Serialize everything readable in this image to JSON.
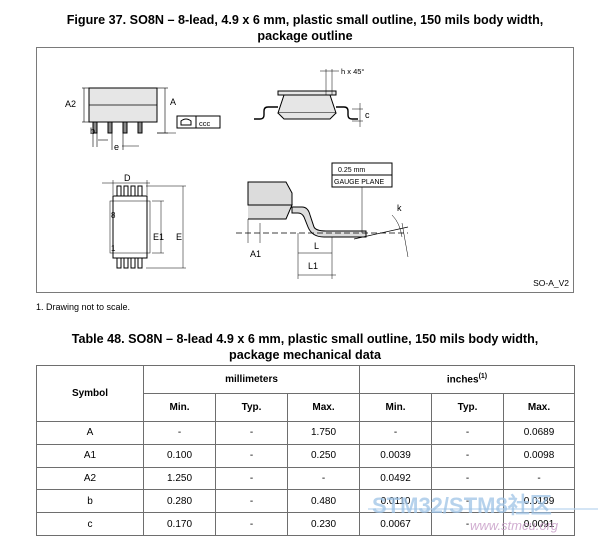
{
  "figure": {
    "title_line1": "Figure 37. SO8N – 8-lead, 4.9 x 6 mm, plastic small outline, 150 mils body width,",
    "title_line2": "package outline",
    "labels": {
      "a2": "A2",
      "a": "A",
      "b": "b",
      "e": "e",
      "ccc": "ccc",
      "h45": "h x 45°",
      "c": "c",
      "d": "D",
      "pin8": "8",
      "pin1": "1",
      "e1": "E1",
      "e_big": "E",
      "gauge": "0.25 mm",
      "gauge_plane": "GAUGE PLANE",
      "k": "k",
      "a1": "A1",
      "l": "L",
      "l1": "L1"
    },
    "figure_id": "SO-A_V2",
    "note": "1.   Drawing not to scale."
  },
  "table": {
    "title_line1": "Table 48. SO8N – 8-lead 4.9 x 6 mm, plastic small outline, 150 mils body width,",
    "title_line2": "package mechanical data",
    "header": {
      "symbol": "Symbol",
      "millimeters": "millimeters",
      "inches": "inches",
      "inches_note": "(1)",
      "min": "Min.",
      "typ": "Typ.",
      "max": "Max."
    },
    "rows": [
      {
        "symbol": "A",
        "mm_min": "-",
        "mm_typ": "-",
        "mm_max": "1.750",
        "in_min": "-",
        "in_typ": "-",
        "in_max": "0.0689"
      },
      {
        "symbol": "A1",
        "mm_min": "0.100",
        "mm_typ": "-",
        "mm_max": "0.250",
        "in_min": "0.0039",
        "in_typ": "-",
        "in_max": "0.0098"
      },
      {
        "symbol": "A2",
        "mm_min": "1.250",
        "mm_typ": "-",
        "mm_max": "-",
        "in_min": "0.0492",
        "in_typ": "-",
        "in_max": "-"
      },
      {
        "symbol": "b",
        "mm_min": "0.280",
        "mm_typ": "-",
        "mm_max": "0.480",
        "in_min": "0.0110",
        "in_typ": "-",
        "in_max": "0.0189"
      },
      {
        "symbol": "c",
        "mm_min": "0.170",
        "mm_typ": "-",
        "mm_max": "0.230",
        "in_min": "0.0067",
        "in_typ": "-",
        "in_max": "0.0091"
      }
    ]
  },
  "watermark": {
    "main": "STM32/STM8社区",
    "sub": "www.stmcu.org"
  }
}
